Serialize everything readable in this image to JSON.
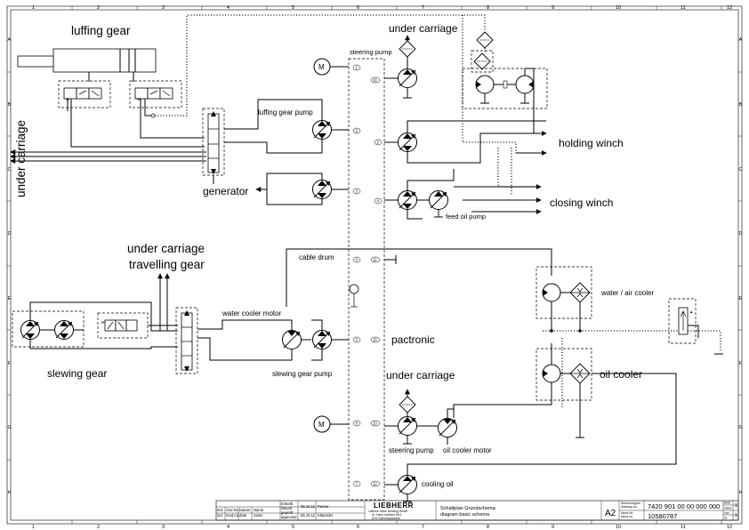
{
  "labels": {
    "luffing_gear": "luffing gear",
    "under_carriage_left": "under carriage",
    "under_carriage_top": "under carriage",
    "under_carriage_mid": "under carriage",
    "under_carriage_travelling_1": "under carriage",
    "under_carriage_travelling_2": "travelling gear",
    "generator": "generator",
    "luffing_gear_pump": "luffing gear pump",
    "steering_pump_top": "steering pump",
    "steering_pump_bottom": "steering pump",
    "holding_winch": "holding winch",
    "closing_winch": "closing winch",
    "feed_oil_pump": "feed oil pump",
    "cable_drum": "cable drum",
    "water_air_cooler": "water / air cooler",
    "water_cooler_motor": "water cooler motor",
    "pactronic": "pactronic",
    "slewing_gear": "slewing gear",
    "slewing_gear_pump": "slewing gear pump",
    "oil_cooler": "oil cooler",
    "oil_cooler_motor": "oil cooler motor",
    "cooling_oil": "cooling oil",
    "motor_symbol": "M"
  },
  "port_numbers": [
    "1",
    "10",
    "2",
    "2",
    "3",
    "4",
    "4",
    "11",
    "5",
    "15",
    "6",
    "13",
    "7",
    "12"
  ],
  "grid": {
    "columns": [
      "1",
      "2",
      "3",
      "4",
      "5",
      "6",
      "7",
      "8",
      "9",
      "10",
      "11",
      "12"
    ],
    "rows": [
      "A",
      "B",
      "C",
      "D",
      "E",
      "F",
      "G",
      "H"
    ]
  },
  "title_block": {
    "company": "LIEBHERR",
    "company_sub_1": "Liebherr-Werk Nenzing GmbH",
    "company_sub_2": "Dr. Hans Liebherr Str.1",
    "company_sub_3": "6710 Nenzing/Austria",
    "title_de": "Schaltplan Grundschema",
    "title_en": "diagram basic schema",
    "format": "A2",
    "drawing_no_label": "Zeichnungsnr.",
    "drawing_no_label_en": "drawing no.",
    "drawing_no": "7420 901 00 00 000 000",
    "ident_label": "Ident-Nr.",
    "ident_label_en": "ident no.",
    "ident_no": "10580787",
    "sheet_label": "Blatt",
    "sheet_label_en": "sheet",
    "sheet_no": "1",
    "of_label": "von",
    "of_label_en": "of",
    "of_no": "1",
    "drawn_label": "Erstellt",
    "drawn_label_en": "issued",
    "drawn_date": "05.10.11",
    "drawn_name": "Pumer",
    "checked_label": "geprüft",
    "checked_label_en": "approved",
    "checked_date": "05.10.11",
    "checked_name": "Kläussler",
    "idx_label": "Ind.",
    "change_label": "Änd.Nr.",
    "date_label": "Datum",
    "name_label": "Name",
    "idx_label_en": "ind.",
    "change_label_en": "mod.no.",
    "date_label_en": "date",
    "name_label_en": "name"
  }
}
